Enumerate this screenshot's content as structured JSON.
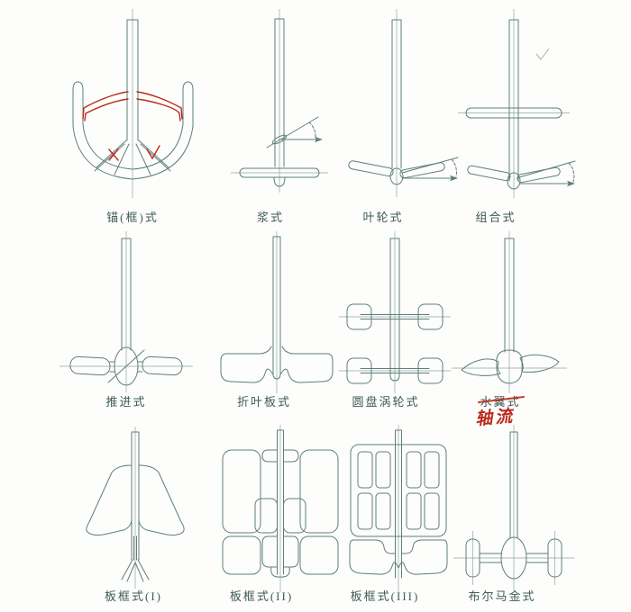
{
  "figure": {
    "background": "#fdfdfb",
    "colors": {
      "line": "#5e7f7b",
      "centerline": "#8fa7a3",
      "label": "#3f5b56",
      "red": "#bb2a1e",
      "stray": "#ab9d80"
    },
    "cells": [
      {
        "label": "锚(框)式",
        "diagram": "anchor-frame-type"
      },
      {
        "label": "浆式",
        "diagram": "paddle-type"
      },
      {
        "label": "叶轮式",
        "diagram": "impeller-type"
      },
      {
        "label": "组合式",
        "diagram": "combined-type"
      },
      {
        "label": "推进式",
        "diagram": "propeller-type"
      },
      {
        "label": "折叶板式",
        "diagram": "folded-blade-type"
      },
      {
        "label": "圆盘涡轮式",
        "diagram": "disc-turbine-type"
      },
      {
        "label": "水翼式",
        "diagram": "hydrofoil-type",
        "strikethrough": true,
        "handwritten_annotation": "轴流"
      },
      {
        "label": "板框式(I)",
        "diagram": "plate-frame-type-1"
      },
      {
        "label": "板框式(II)",
        "diagram": "plate-frame-type-2"
      },
      {
        "label": "板框式(III)",
        "diagram": "plate-frame-type-3"
      },
      {
        "label": "布尔马金式",
        "diagram": "bulmajin-type"
      }
    ]
  }
}
